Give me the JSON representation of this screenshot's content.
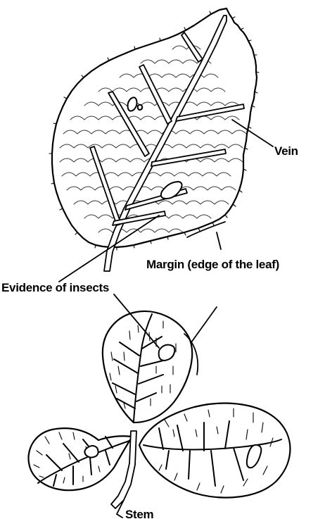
{
  "labels": {
    "vein": "Vein",
    "margin": "Margin (edge of the leaf)",
    "insects": "Evidence of insects",
    "stem": "Stem"
  }
}
